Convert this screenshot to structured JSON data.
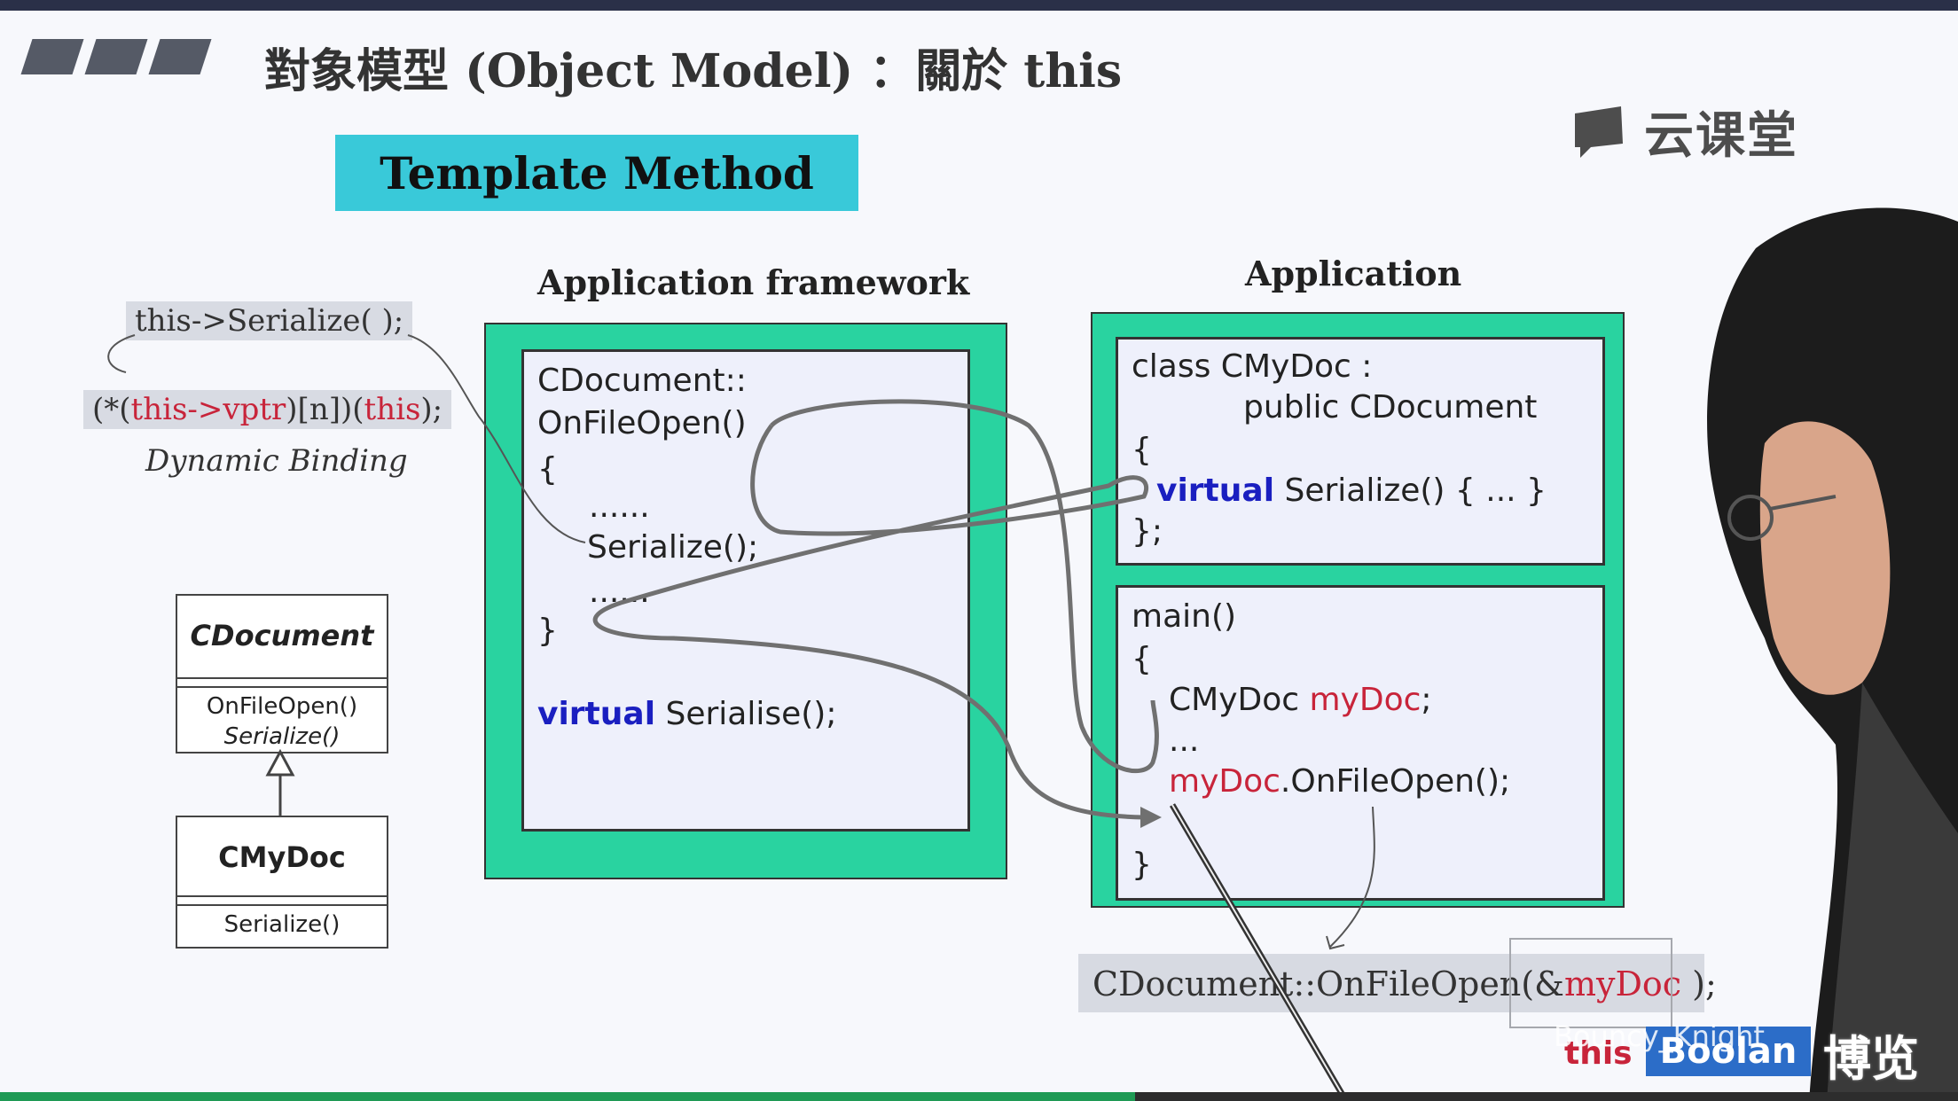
{
  "slide": {
    "title": "對象模型 (Object Model) ：關於 this",
    "banner": "Template Method",
    "logo_text": "云课堂",
    "framework_heading": "Application framework",
    "application_heading": "Application",
    "dynamic": {
      "line1": "this->Serialize( );",
      "line2_prefix": "(*(",
      "line2_this1": "this",
      "line2_mid": "->",
      "line2_vptr": "vptr",
      "line2_idx": ")[n])(",
      "line2_this2": "this",
      "line2_end": ");",
      "caption": "Dynamic Binding"
    },
    "framework_code": {
      "l1": "CDocument::",
      "l2": "OnFileOpen()",
      "l3": "{",
      "l4": "......",
      "l5": "Serialize();",
      "l6": "......",
      "l7": "}",
      "l8_kw": "virtual",
      "l8_rest": " Serialise();"
    },
    "class_code": {
      "l1": "class CMyDoc :",
      "l2": "public CDocument",
      "l3": "{",
      "l4_kw": "virtual",
      "l4_rest": " Serialize() { ... }",
      "l5": "};"
    },
    "main_code": {
      "l1": "main()",
      "l2": "{",
      "l3_type": "CMyDoc ",
      "l3_var": "myDoc",
      "l3_end": ";",
      "l4": "...",
      "l5_var": "myDoc",
      "l5_rest": ".OnFileOpen();",
      "l6": "}"
    },
    "uml": {
      "parent_name": "CDocument",
      "parent_m1": "OnFileOpen()",
      "parent_m2": "Serialize()",
      "child_name": "CMyDoc",
      "child_m1": "Serialize()"
    },
    "bottom_call": {
      "prefix": "CDocument::OnFileOpen(&",
      "var": "myDoc",
      "suffix": " );"
    },
    "watermark": {
      "text": "Bouncy_Knight",
      "red": "this",
      "blue": "Boolan",
      "cn": "博览"
    }
  },
  "colors": {
    "banner": "#39c9d9",
    "frame": "#29d3a0",
    "keyword": "#1a1fc0",
    "highlight_red": "#c8243a"
  }
}
